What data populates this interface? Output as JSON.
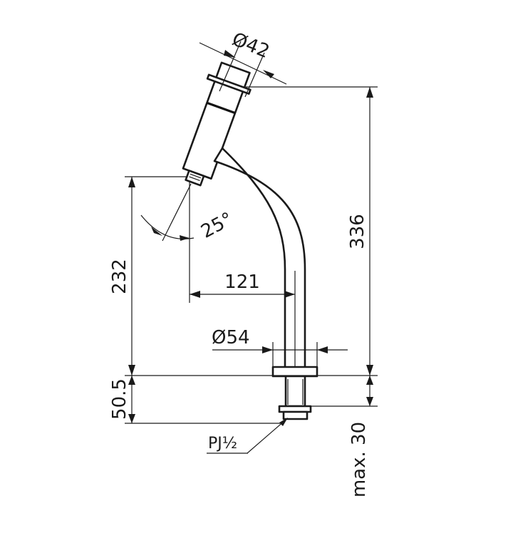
{
  "dimensions": {
    "top_diameter": "Ø42",
    "angle": "25°",
    "total_height": "336",
    "outlet_height": "232",
    "reach": "121",
    "base_diameter": "Ø54",
    "shank_length": "50.5",
    "thread": "PJ½",
    "max_counter_thickness": "max. 30"
  }
}
